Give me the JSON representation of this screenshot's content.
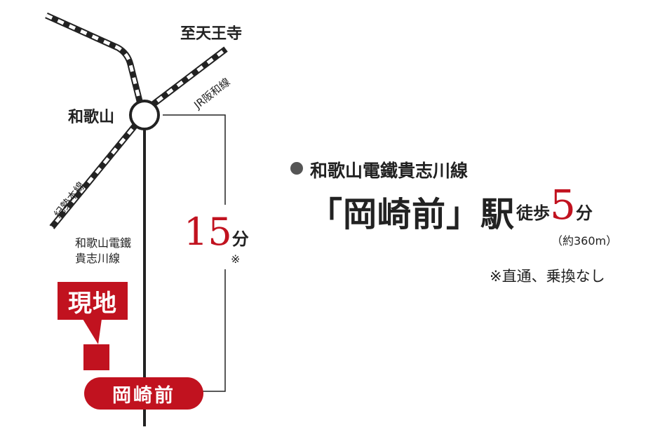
{
  "map": {
    "stations": {
      "wakayama": "和歌山",
      "okazakimae": "岡崎前",
      "destination": "至天王寺"
    },
    "lines": {
      "jr_hanwa": "JR阪和線",
      "kisei": "紀勢本線",
      "kishigawa_line1": "和歌山電鐵",
      "kishigawa_line2": "貴志川線"
    },
    "site_label": "現地",
    "ride_time": {
      "value": "15",
      "unit": "分",
      "note_mark": "※"
    }
  },
  "info": {
    "line_name": "和歌山電鐵貴志川線",
    "station": "「岡崎前」駅",
    "walk_prefix": "徒歩",
    "walk_minutes": "5",
    "walk_unit": "分",
    "distance": "（約360m）",
    "note": "※直通、乗換なし"
  },
  "colors": {
    "accent": "#c1121f",
    "line": "#222222"
  }
}
